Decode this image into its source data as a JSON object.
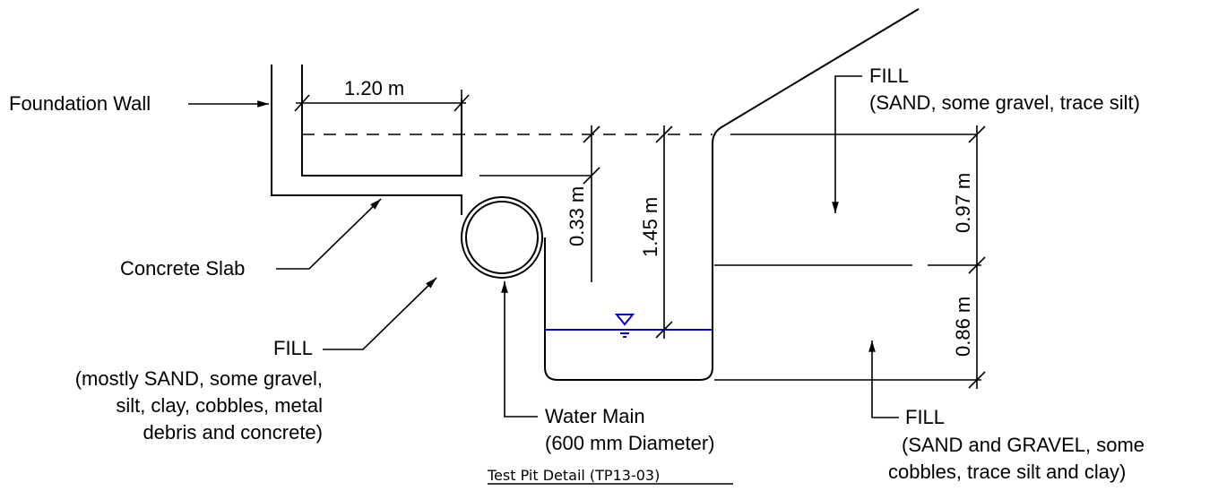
{
  "labels": {
    "foundation_wall": "Foundation Wall",
    "concrete_slab": "Concrete Slab",
    "fill_left_title": "FILL",
    "fill_left_desc": [
      "(mostly SAND, some gravel,",
      "silt, clay, cobbles, metal",
      "debris and concrete)"
    ],
    "water_main_title": "Water Main",
    "water_main_desc": "(600 mm Diameter)",
    "fill_upper_title": "FILL",
    "fill_upper_desc": "(SAND, some gravel, trace silt)",
    "fill_lower_title": "FILL",
    "fill_lower_desc": [
      "(SAND and GRAVEL, some",
      "cobbles, trace silt and clay)"
    ],
    "caption": "Test Pit Detail (TP13-03)"
  },
  "dimensions": {
    "slab_width": "1.20 m",
    "slab_depth": "0.33 m",
    "water_depth": "1.45 m",
    "upper_fill": "0.97 m",
    "lower_fill": "0.86 m"
  },
  "colors": {
    "water_line": "#0000cc",
    "lines": "#000000"
  }
}
